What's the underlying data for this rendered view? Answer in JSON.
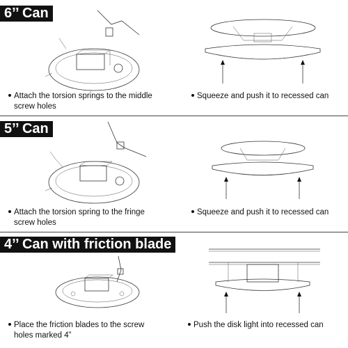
{
  "sections": [
    {
      "header": "6’’ Can",
      "left_caption_line1": "Attach the torsion springs to the middle",
      "left_caption_line2": "screw holes",
      "right_caption": "Squeeze and push it to recessed can"
    },
    {
      "header": "5’’ Can",
      "left_caption_line1": "Attach the torsion spring to the fringe",
      "left_caption_line2": "screw holes",
      "right_caption": "Squeeze and push it to recessed can"
    },
    {
      "header": "4’’ Can with friction blade",
      "left_caption_line1": "Place the friction blades to the screw",
      "left_caption_line2": "holes marked 4”",
      "right_caption": "Push the disk light into recessed can"
    }
  ]
}
